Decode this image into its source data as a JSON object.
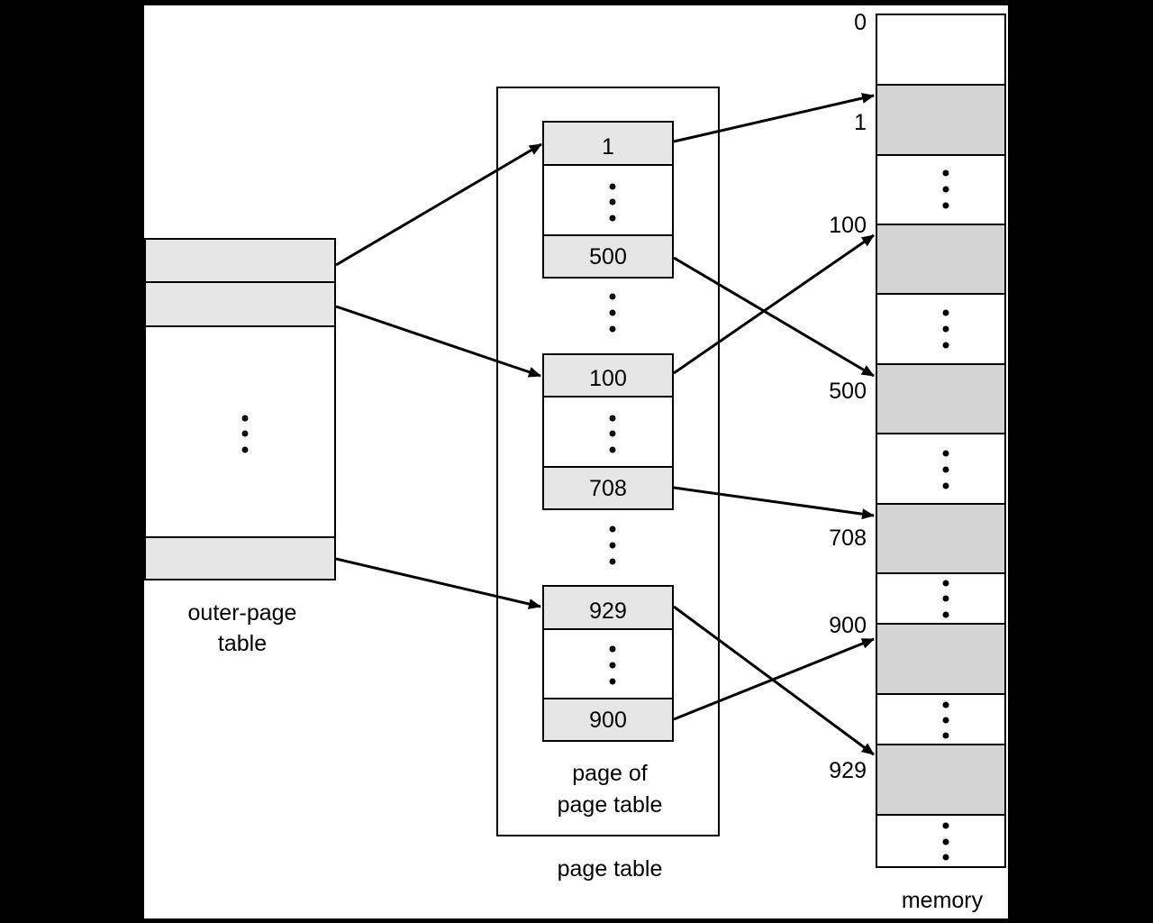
{
  "colors": {
    "background": "#ffffff",
    "frame": "#000000",
    "page_table_entry_fill": "#e6e6e6",
    "memory_frame_fill": "#d4d4d4",
    "empty_fill": "#ffffff",
    "line": "#000000"
  },
  "outer_page_table": {
    "label_line1": "outer-page",
    "label_line2": "table"
  },
  "page_table": {
    "label": "page table",
    "inner_label_line1": "page of",
    "inner_label_line2": "page table",
    "entries": [
      "1",
      "500",
      "100",
      "708",
      "929",
      "900"
    ]
  },
  "memory": {
    "label": "memory",
    "addresses": [
      "0",
      "1",
      "100",
      "500",
      "708",
      "900",
      "929"
    ]
  },
  "ellipsis": "⋮"
}
